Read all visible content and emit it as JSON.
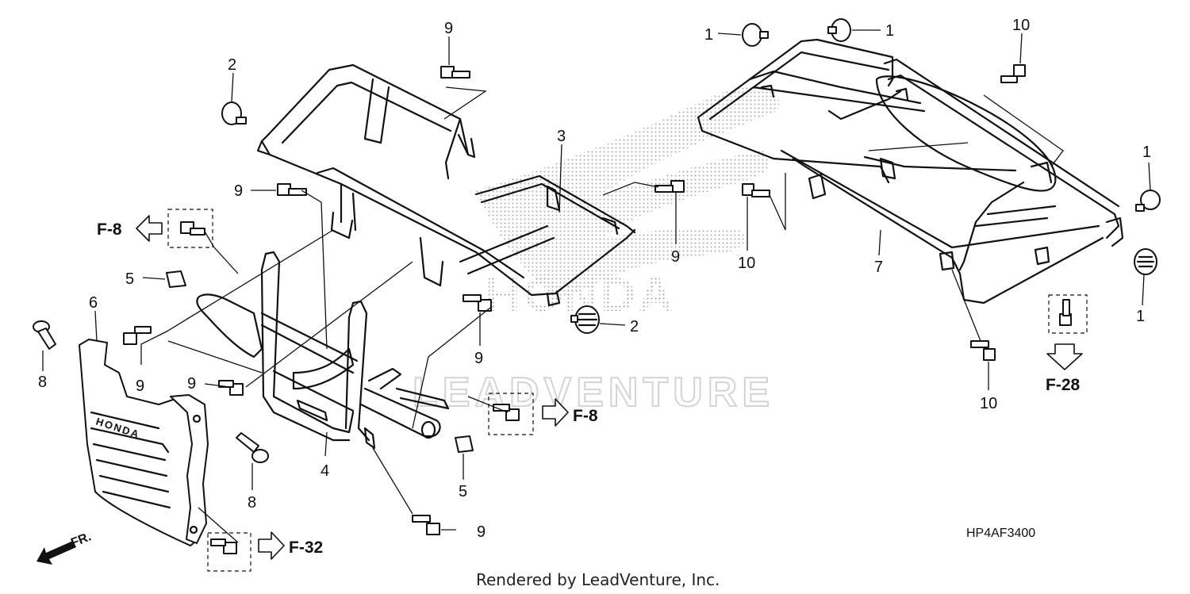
{
  "diagram_code": "HP4AF3400",
  "credit": "Rendered by LeadVenture, Inc.",
  "watermark": "LEADVENTURE",
  "front_indicator": "FR.",
  "callouts": [
    {
      "id": "c1",
      "label": "1"
    },
    {
      "id": "c2",
      "label": "1"
    },
    {
      "id": "c3",
      "label": "1"
    },
    {
      "id": "c4",
      "label": "1"
    },
    {
      "id": "c5",
      "label": "2"
    },
    {
      "id": "c6",
      "label": "2"
    },
    {
      "id": "c7",
      "label": "3"
    },
    {
      "id": "c8",
      "label": "4"
    },
    {
      "id": "c9",
      "label": "5"
    },
    {
      "id": "c10",
      "label": "5"
    },
    {
      "id": "c11",
      "label": "6"
    },
    {
      "id": "c12",
      "label": "7"
    },
    {
      "id": "c13",
      "label": "8"
    },
    {
      "id": "c14",
      "label": "8"
    },
    {
      "id": "c15",
      "label": "9"
    },
    {
      "id": "c16",
      "label": "9"
    },
    {
      "id": "c17",
      "label": "9"
    },
    {
      "id": "c18",
      "label": "9"
    },
    {
      "id": "c19",
      "label": "9"
    },
    {
      "id": "c20",
      "label": "9"
    },
    {
      "id": "c21",
      "label": "9"
    },
    {
      "id": "c22",
      "label": "10"
    },
    {
      "id": "c23",
      "label": "10"
    },
    {
      "id": "c24",
      "label": "10"
    }
  ],
  "references": [
    {
      "id": "r1",
      "label": "F-8"
    },
    {
      "id": "r2",
      "label": "F-8"
    },
    {
      "id": "r3",
      "label": "F-32"
    },
    {
      "id": "r4",
      "label": "F-28"
    }
  ]
}
